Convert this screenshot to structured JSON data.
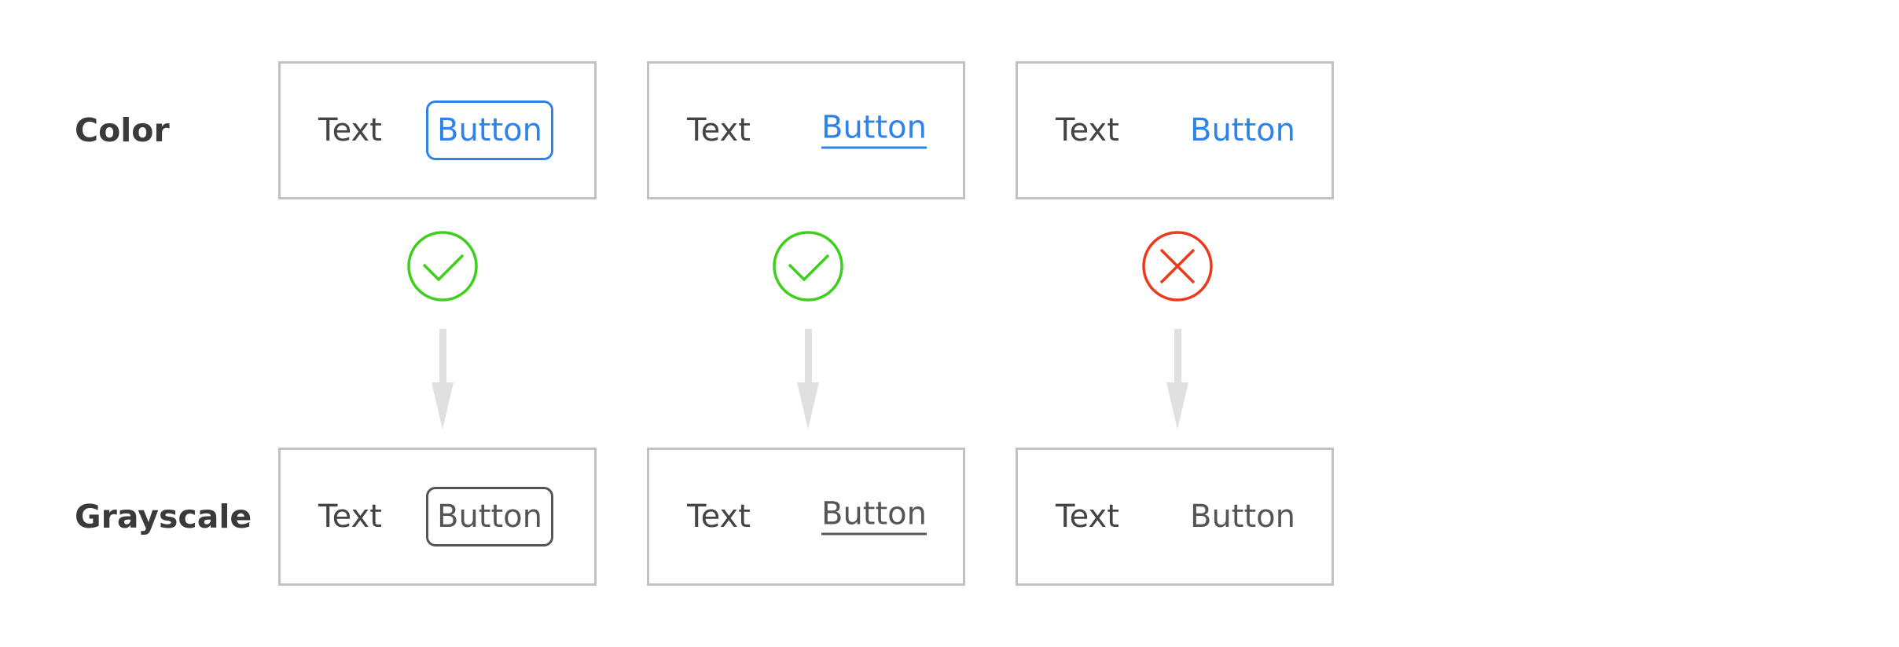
{
  "rows": {
    "color_label": "Color",
    "grayscale_label": "Grayscale"
  },
  "columns": [
    {
      "style": "outlined",
      "text_label": "Text",
      "button_label": "Button",
      "result": "pass",
      "result_icon": "check-circle-icon"
    },
    {
      "style": "underlined",
      "text_label": "Text",
      "button_label": "Button",
      "result": "pass",
      "result_icon": "check-circle-icon"
    },
    {
      "style": "plain",
      "text_label": "Text",
      "button_label": "Button",
      "result": "fail",
      "result_icon": "x-circle-icon"
    }
  ],
  "colors": {
    "accent_blue": "#2f83e6",
    "pass_green": "#3ccf1b",
    "fail_red": "#ea3a1e",
    "arrow_gray": "#e0e0e0",
    "grayscale_text": "#555555"
  }
}
